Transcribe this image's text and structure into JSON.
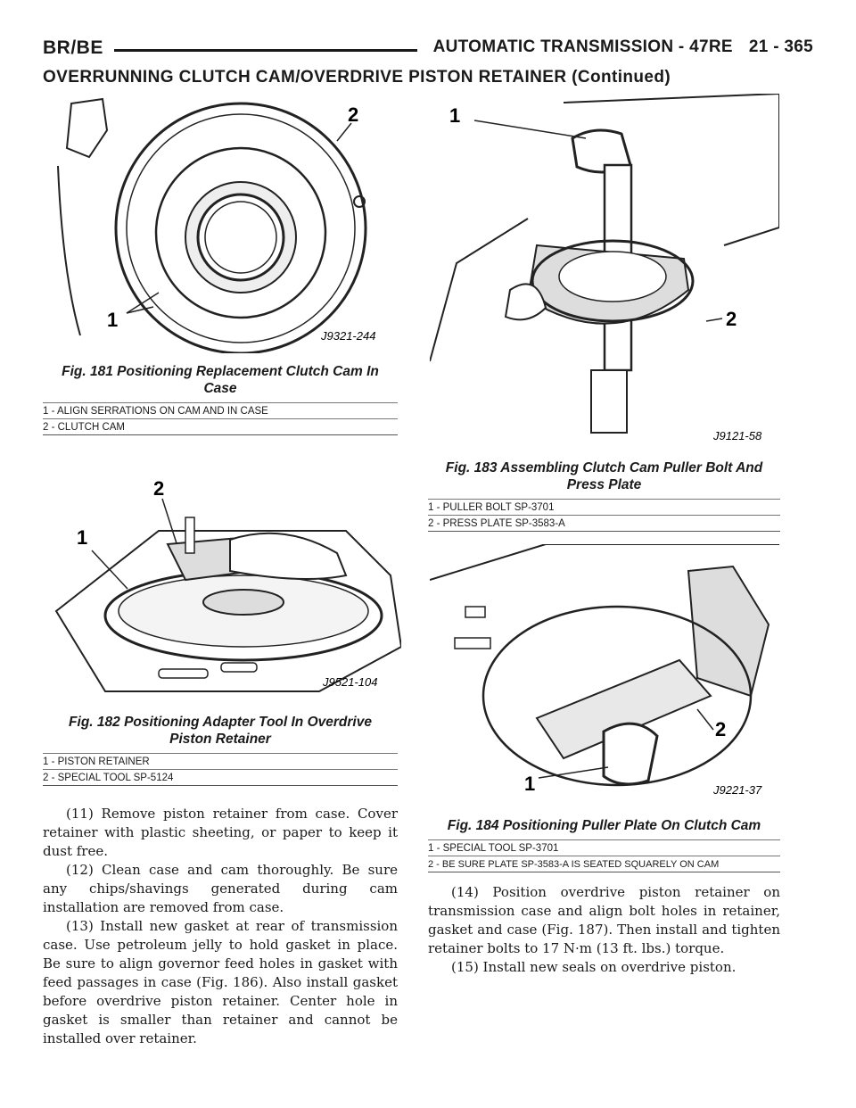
{
  "header": {
    "left": "BR/BE",
    "right_title": "AUTOMATIC TRANSMISSION - 47RE",
    "page_number": "21 - 365"
  },
  "section_title": "OVERRUNNING CLUTCH CAM/OVERDRIVE PISTON RETAINER (Continued)",
  "figures": {
    "fig181": {
      "code": "J9321-244",
      "callouts": [
        "1",
        "2"
      ],
      "title_line1": "Fig. 181 Positioning Replacement Clutch Cam In",
      "title_line2": "Case",
      "legend": [
        "1 - ALIGN SERRATIONS ON CAM AND IN CASE",
        "2 - CLUTCH CAM"
      ]
    },
    "fig182": {
      "code": "J9521-104",
      "callouts": [
        "1",
        "2"
      ],
      "title_line1": "Fig. 182 Positioning Adapter Tool In Overdrive",
      "title_line2": "Piston Retainer",
      "legend": [
        "1 - PISTON RETAINER",
        "2 - SPECIAL TOOL SP-5124"
      ]
    },
    "fig183": {
      "code": "J9121-58",
      "callouts": [
        "1",
        "2"
      ],
      "title_line1": "Fig. 183 Assembling Clutch Cam Puller Bolt And",
      "title_line2": "Press Plate",
      "legend": [
        "1 - PULLER BOLT SP-3701",
        "2 - PRESS PLATE SP-3583-A"
      ]
    },
    "fig184": {
      "code": "J9221-37",
      "callouts": [
        "1",
        "2"
      ],
      "title_line1": "Fig. 184 Positioning Puller Plate On Clutch Cam",
      "legend": [
        "1 - SPECIAL TOOL SP-3701",
        "2 - BE SURE PLATE SP-3583-A IS SEATED SQUARELY ON CAM"
      ]
    }
  },
  "body_left": [
    "(11) Remove piston retainer from case. Cover retainer with plastic sheeting, or paper to keep it dust free.",
    "(12) Clean case and cam thoroughly. Be sure any chips/shavings generated during cam installation are removed from case.",
    "(13) Install new gasket at rear of transmission case. Use petroleum jelly to hold gasket in place. Be sure to align governor feed holes in gasket with feed passages in case (Fig. 186). Also install gasket before overdrive piston retainer. Center hole in gasket is smaller than retainer and cannot be installed over retainer."
  ],
  "body_right": [
    "(14) Position overdrive piston retainer on transmission case and align bolt holes in retainer, gasket and case (Fig. 187). Then install and tighten retainer bolts to 17 N·m (13 ft. lbs.) torque.",
    "(15) Install new seals on overdrive piston."
  ]
}
